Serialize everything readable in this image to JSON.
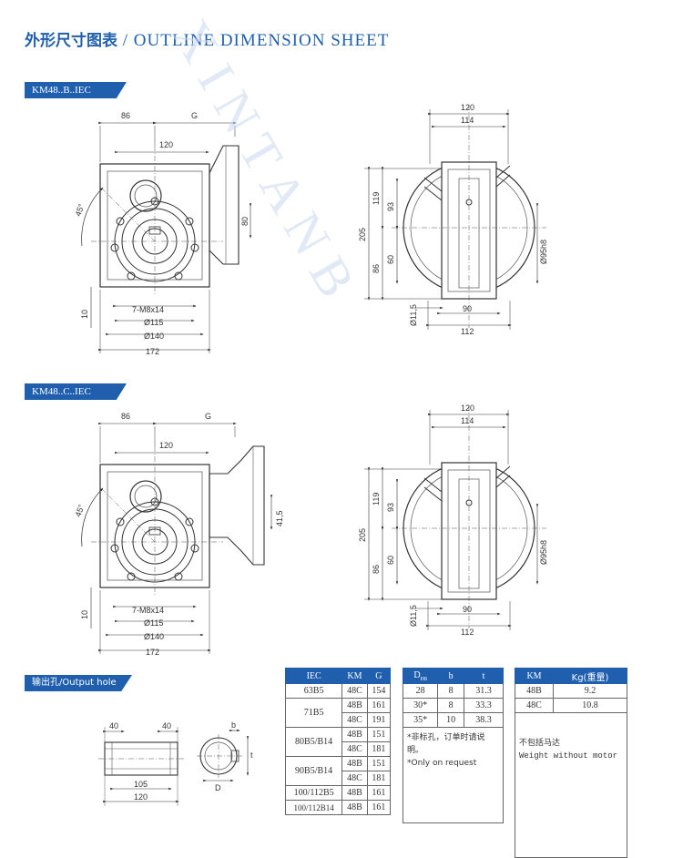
{
  "header": {
    "title_zh": "外形尺寸图表",
    "title_sep": " / ",
    "title_en": "OUTLINE DIMENSION SHEET"
  },
  "sections": {
    "b_tag": "KM48..B..IEC",
    "c_tag": "KM48..C..IEC",
    "output_tag": "输出孔/Output hole"
  },
  "watermark": "X I N T A N B",
  "drawing_b": {
    "side": {
      "d86": "86",
      "dG": "G",
      "d120": "120",
      "d80": "80",
      "d45": "45°",
      "d10": "10",
      "hole": "7-M8x14",
      "d115": "Ø115",
      "d140": "Ø140",
      "d172": "172"
    },
    "front": {
      "d120": "120",
      "d114": "114",
      "d205": "205",
      "d119": "119",
      "d93": "93",
      "d86": "86",
      "d60": "60",
      "d95": "Ø95h8",
      "d11": "Ø11,5",
      "d90": "90",
      "d112": "112"
    }
  },
  "drawing_c": {
    "side": {
      "d86": "86",
      "dG": "G",
      "d120": "120",
      "d41": "41,5",
      "d45": "45°",
      "d10": "10",
      "hole": "7-M8x14",
      "d115": "Ø115",
      "d140": "Ø140",
      "d172": "172"
    },
    "front": {
      "d120": "120",
      "d114": "114",
      "d205": "205",
      "d119": "119",
      "d93": "93",
      "d86": "86",
      "d60": "60",
      "d95": "Ø95h8",
      "d11": "Ø11,5",
      "d90": "90",
      "d112": "112"
    }
  },
  "output_hole": {
    "d40a": "40",
    "d40b": "40",
    "d105": "105",
    "d120": "120",
    "b": "b",
    "t": "t",
    "D": "D"
  },
  "table_iec": {
    "headers": [
      "IEC",
      "KM",
      "G"
    ],
    "rows": [
      {
        "iec": "63B5",
        "km": "48C",
        "g": "154"
      },
      {
        "iec": "71B5",
        "km": "48B",
        "g": "161"
      },
      {
        "km": "48C",
        "g": "191"
      },
      {
        "iec": "80B5/B14",
        "km": "48B",
        "g": "151"
      },
      {
        "km": "48C",
        "g": "181"
      },
      {
        "iec": "90B5/B14",
        "km": "48B",
        "g": "151"
      },
      {
        "km": "48C",
        "g": "181"
      },
      {
        "iec": "100/112B5",
        "km": "48B",
        "g": "161"
      },
      {
        "iec": "100/112B14",
        "km": "48B",
        "g": "161"
      }
    ]
  },
  "table_hole": {
    "headers": [
      "D",
      "H8",
      "b",
      "t"
    ],
    "rows": [
      {
        "d": "28",
        "b": "8",
        "t": "31.3"
      },
      {
        "d": "30*",
        "b": "8",
        "t": "33.3"
      },
      {
        "d": "35*",
        "b": "10",
        "t": "38.3"
      }
    ],
    "note_zh": "*非标孔，订单时请说明。",
    "note_en": "*Only on request"
  },
  "table_weight": {
    "headers": [
      "KM",
      "Kg(重量)"
    ],
    "rows": [
      {
        "km": "48B",
        "kg": "9.2"
      },
      {
        "km": "48C",
        "kg": "10.8"
      }
    ],
    "note_zh": "不包括马达",
    "note_en": "Weight without motor"
  }
}
